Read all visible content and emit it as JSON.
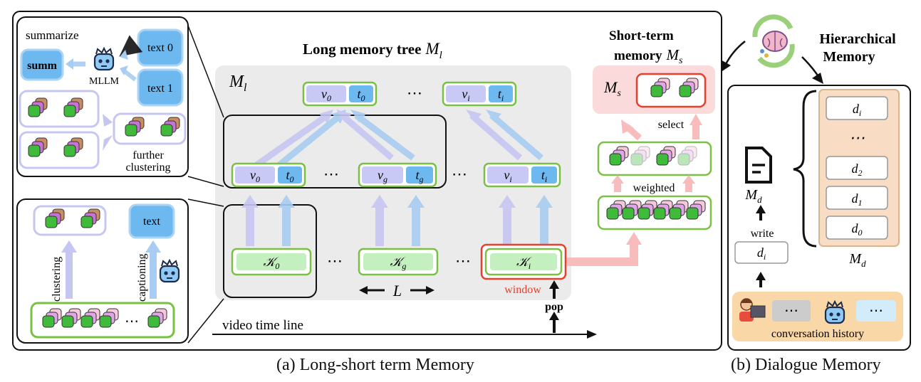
{
  "captions": {
    "left": "(a) Long-short term Memory",
    "right": "(b) Dialogue Memory"
  },
  "inset_top": {
    "summarize": "summarize",
    "summ": "summ",
    "mllm": "MLLM",
    "text0": "text 0",
    "text1": "text 1",
    "further1": "further",
    "further2": "clustering"
  },
  "inset_bottom": {
    "text": "text",
    "clustering": "clustering",
    "captioning": "captioning",
    "dots": "⋯"
  },
  "long_memory": {
    "title": "Long memory tree",
    "title_sym": "M",
    "title_sub": "l",
    "region_sym": "M",
    "region_sub": "l",
    "top": {
      "v0": "v",
      "v0_sub": "0",
      "t0": "t",
      "t0_sub": "0",
      "vi": "v",
      "vi_sub": "i",
      "ti": "t",
      "ti_sub": "i"
    },
    "mid": {
      "v0": "v",
      "v0_sub": "0",
      "t0": "t",
      "t0_sub": "0",
      "vg": "v",
      "vg_sub": "g",
      "tg": "t",
      "tg_sub": "g",
      "vi": "v",
      "vi_sub": "i",
      "ti": "t",
      "ti_sub": "i"
    },
    "bottom": {
      "k0": "𝒦",
      "k0_sub": "0",
      "kg": "𝒦",
      "kg_sub": "g",
      "ki": "𝒦",
      "ki_sub": "i"
    },
    "dots": "⋯",
    "L": "L",
    "window": "window",
    "pop": "pop",
    "timeline": "video time line"
  },
  "short_memory": {
    "title1": "Short-term",
    "title2": "memory",
    "title_sym": "M",
    "title_sub": "s",
    "region_sym": "M",
    "region_sub": "s",
    "select": "select",
    "weighted": "weighted"
  },
  "dialogue": {
    "hier1": "Hierarchical",
    "hier2": "Memory",
    "md_sym": "M",
    "md_sub": "d",
    "write": "write",
    "di_sym": "d",
    "di_sub": "i",
    "stack": [
      {
        "sym": "d",
        "sub": "i"
      },
      {
        "sym": "⋯",
        "sub": ""
      },
      {
        "sym": "d",
        "sub": "2"
      },
      {
        "sym": "d",
        "sub": "1"
      },
      {
        "sym": "d",
        "sub": "0"
      }
    ],
    "stack_label_sym": "M",
    "stack_label_sub": "d",
    "conv_history": "conversation history",
    "dots": "⋯"
  },
  "colors": {
    "green": "#7ac143",
    "blue": "#5aaee8",
    "lavender": "#b9b9f0",
    "peach": "#f6c8a0",
    "red": "#e8402c",
    "pink_fill": "#f9d6d6",
    "gray_fill": "#ececec"
  }
}
